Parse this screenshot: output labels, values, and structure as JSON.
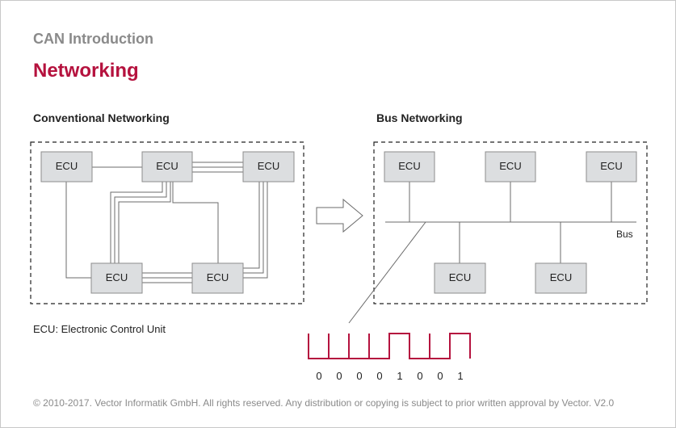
{
  "header": {
    "kicker": "CAN Introduction",
    "title": "Networking"
  },
  "left": {
    "heading": "Conventional Networking",
    "ecu_label": "ECU"
  },
  "right": {
    "heading": "Bus Networking",
    "ecu_label": "ECU",
    "bus_label": "Bus"
  },
  "legend": "ECU: Electronic Control Unit",
  "signal": {
    "bits": [
      "0",
      "0",
      "0",
      "0",
      "1",
      "0",
      "0",
      "1"
    ],
    "color": "#b5123e"
  },
  "footer": "© 2010-2017. Vector Informatik GmbH. All rights reserved. Any distribution or copying is subject to prior written approval by Vector. V2.0",
  "colors": {
    "accent": "#b5123e",
    "ecu_fill": "#dcdee0",
    "muted": "#8a8a8a"
  }
}
